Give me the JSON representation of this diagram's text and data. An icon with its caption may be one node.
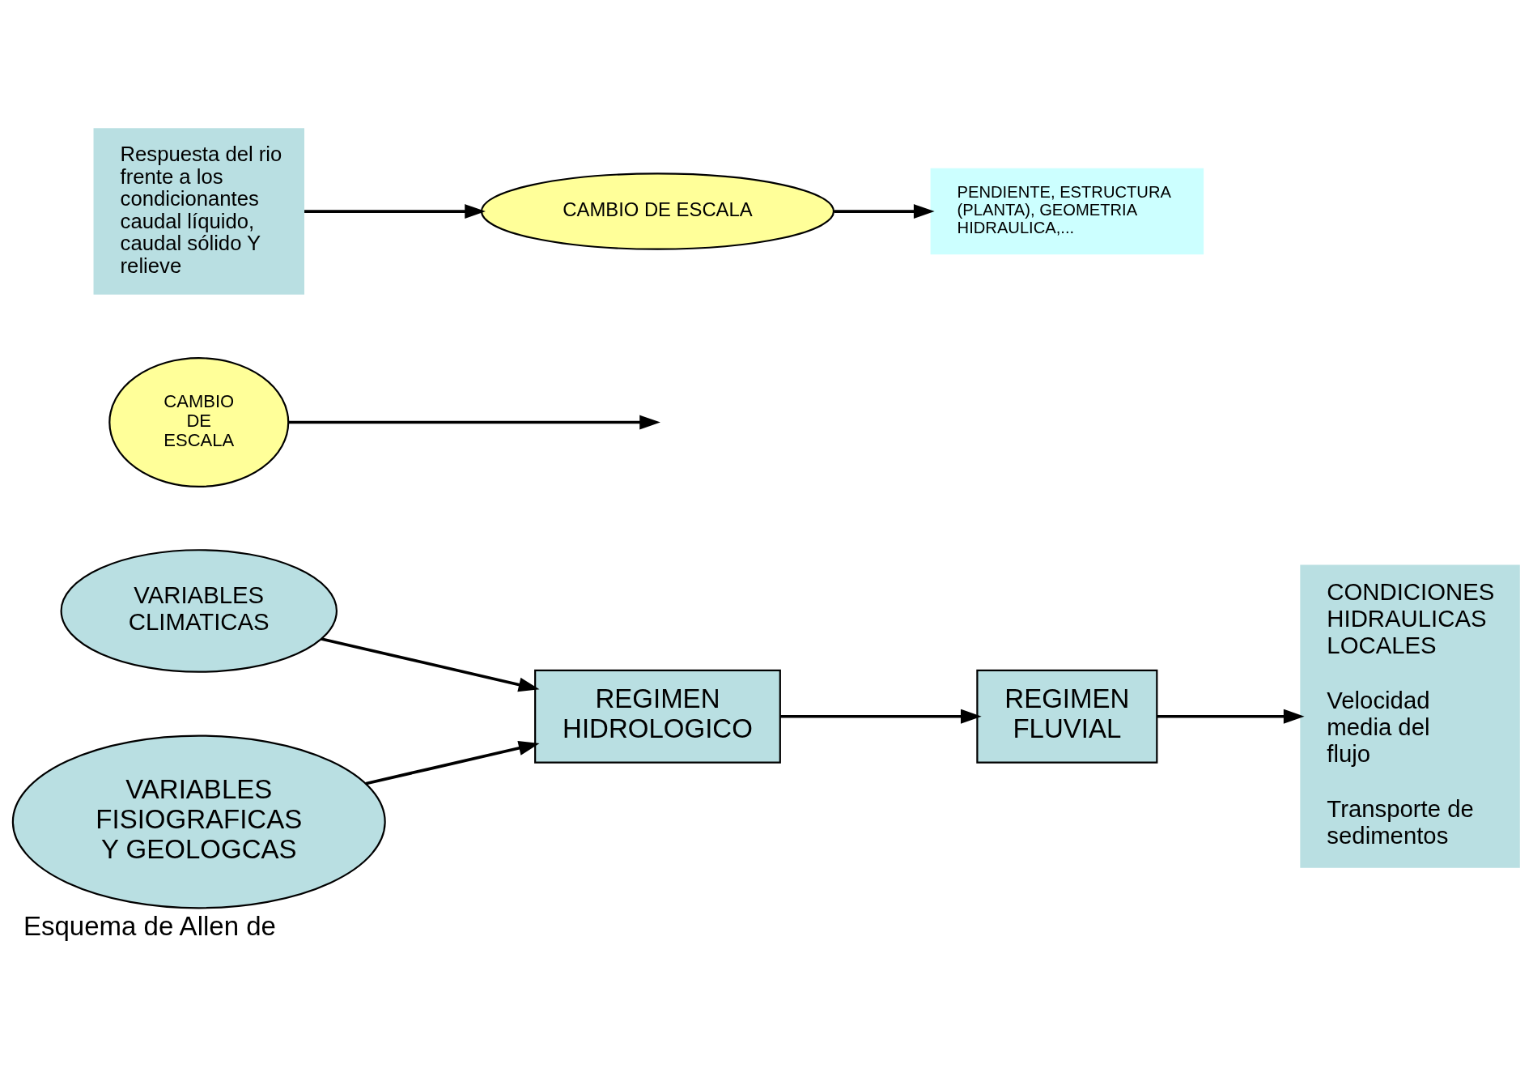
{
  "diagram": {
    "caption": "Esquema de Allen de",
    "nodes": [
      {
        "text": [
          "VARIABLES CLIMATICAS"
        ]
      },
      {
        "text": [
          "CAMBIO DE ESCALA"
        ]
      },
      {
        "text": [
          "CONDICIONES HIDRAULICAS LOCALES",
          "Velocidad media del flujo",
          "Transporte de sedimentos"
        ]
      },
      {
        "text": [
          "REGIMEN HIDROLOGICO"
        ]
      },
      {
        "text": [
          "REGIMEN FLUVIAL"
        ]
      },
      {
        "text": [
          "Respuesta del rio frente a los condicionantes caudal líquido, caudal sólido Y relieve"
        ]
      },
      {
        "text": [
          "VARIABLES FISIOGRAFICAS Y GEOLOGCAS"
        ]
      },
      {
        "text": [
          "CAMBIO DE ESCALA"
        ]
      },
      {
        "text": [
          "PENDIENTE, ESTRUCTURA (PLANTA), GEOMETRIA HIDRAULICA,..."
        ]
      }
    ],
    "edges": [
      {
        "from": 0,
        "to": 3,
        "arrow": "to"
      },
      {
        "from": 6,
        "to": 3,
        "arrow": "to"
      },
      {
        "from": 3,
        "to": 4,
        "arrow": "to"
      },
      {
        "from": 4,
        "to": 2,
        "arrow": "to"
      },
      {
        "from": 1,
        "to": null,
        "arrow": "to"
      },
      {
        "from": 5,
        "to": 7,
        "arrow": "to"
      },
      {
        "from": 7,
        "to": 8,
        "arrow": "to"
      }
    ]
  }
}
